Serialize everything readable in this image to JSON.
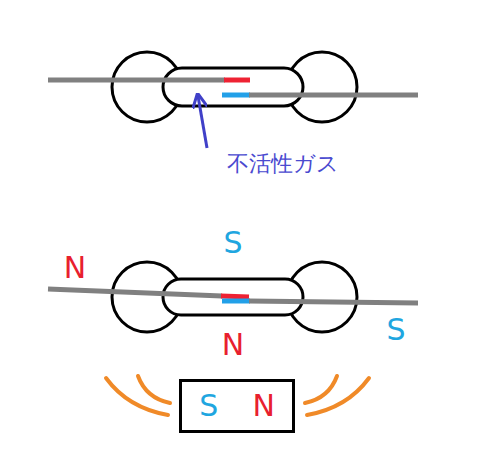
{
  "diagram": {
    "nodes": [
      {
        "text": [
          "S",
          "N"
        ]
      }
    ],
    "labels": [
      "不活性ガス",
      "N",
      "S",
      "N",
      "S"
    ]
  }
}
